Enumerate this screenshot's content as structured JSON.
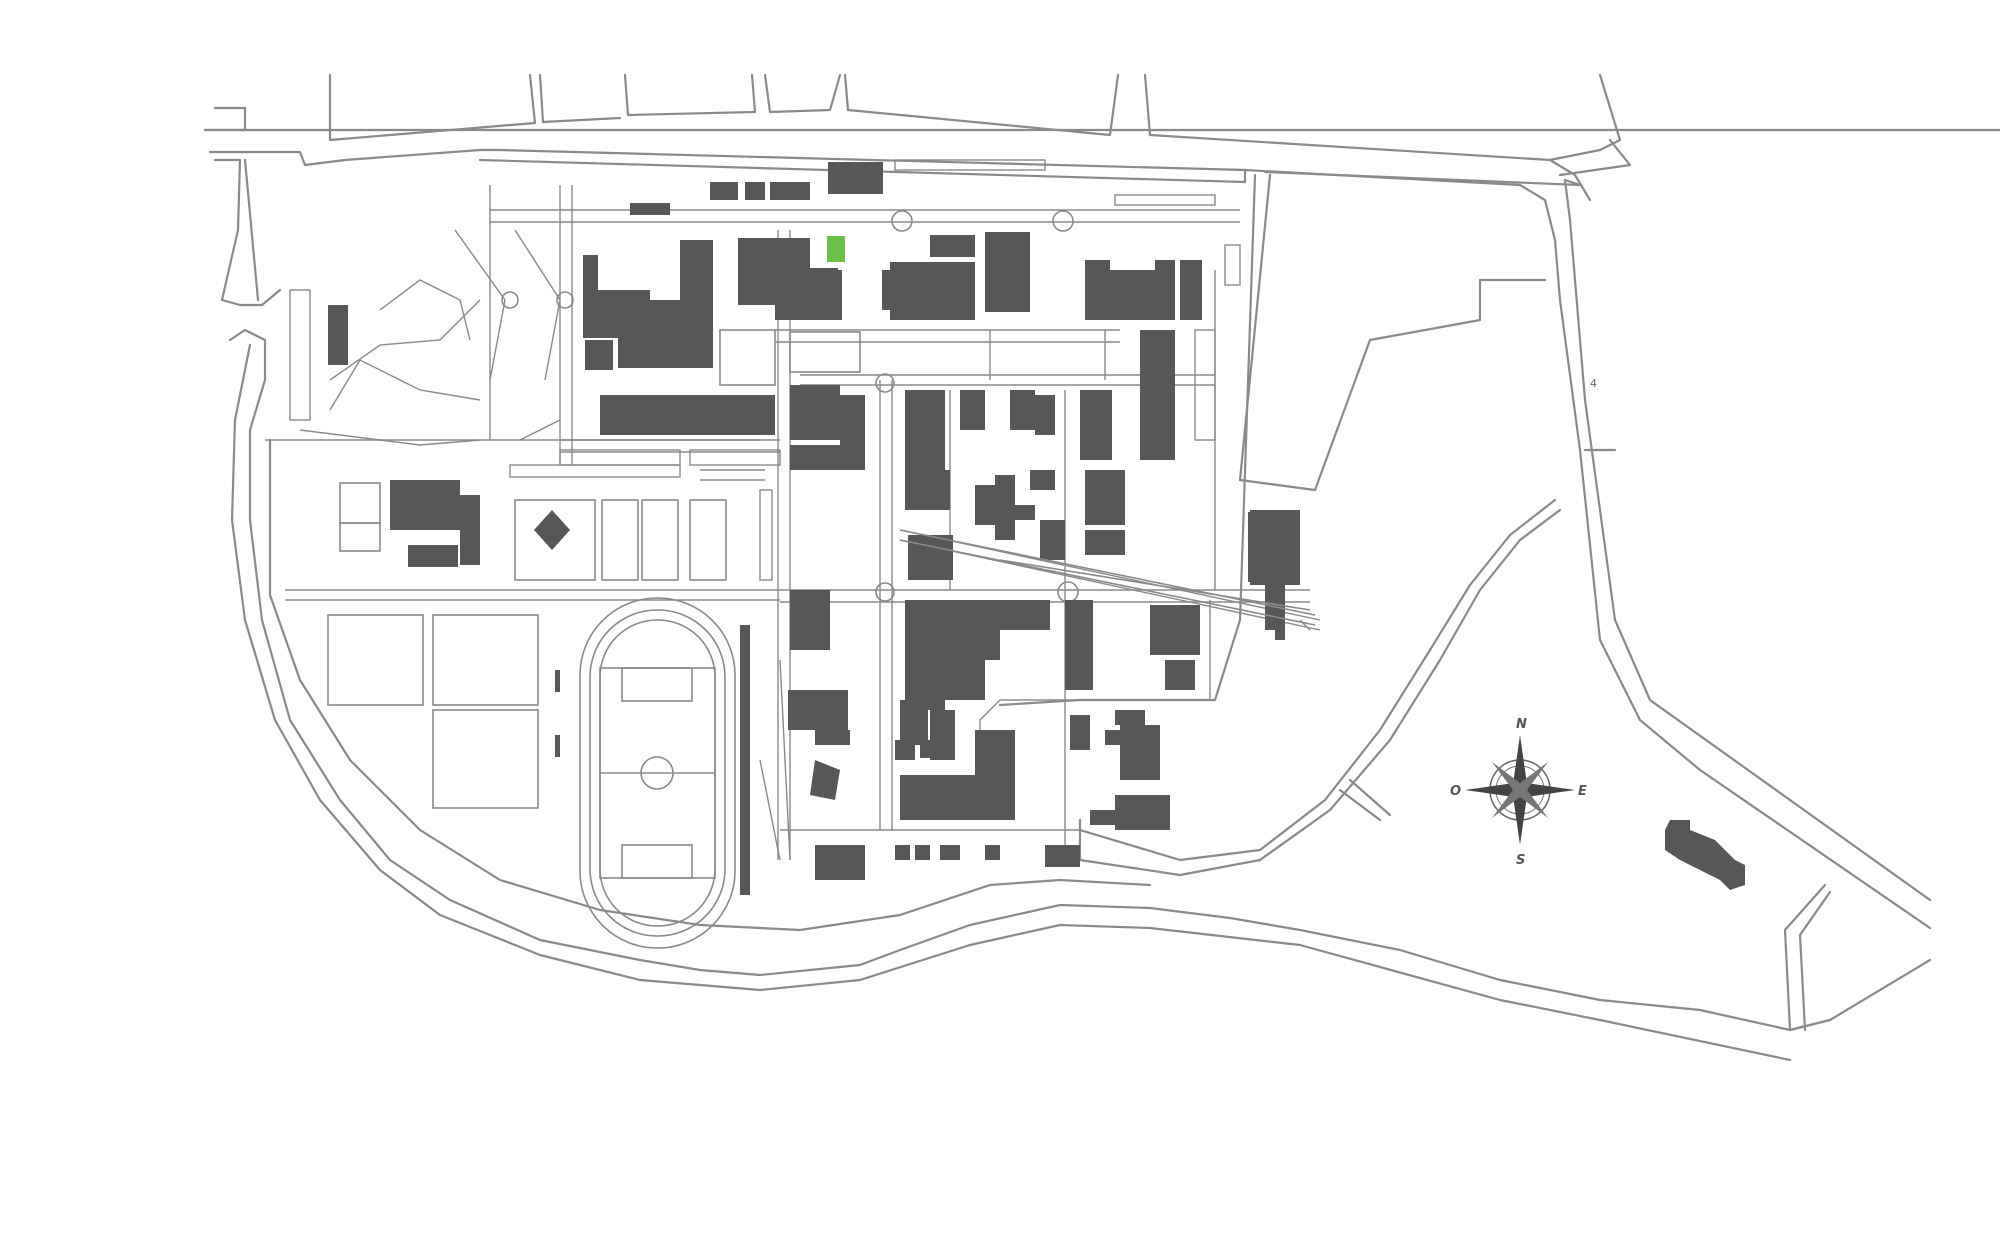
{
  "map": {
    "colors": {
      "building": "#575757",
      "highlight": "#6cc04a",
      "road": "#8a8a8a",
      "background": "#ffffff"
    },
    "road_label": "4",
    "compass": {
      "n": "N",
      "s": "S",
      "e": "E",
      "w": "O"
    }
  }
}
